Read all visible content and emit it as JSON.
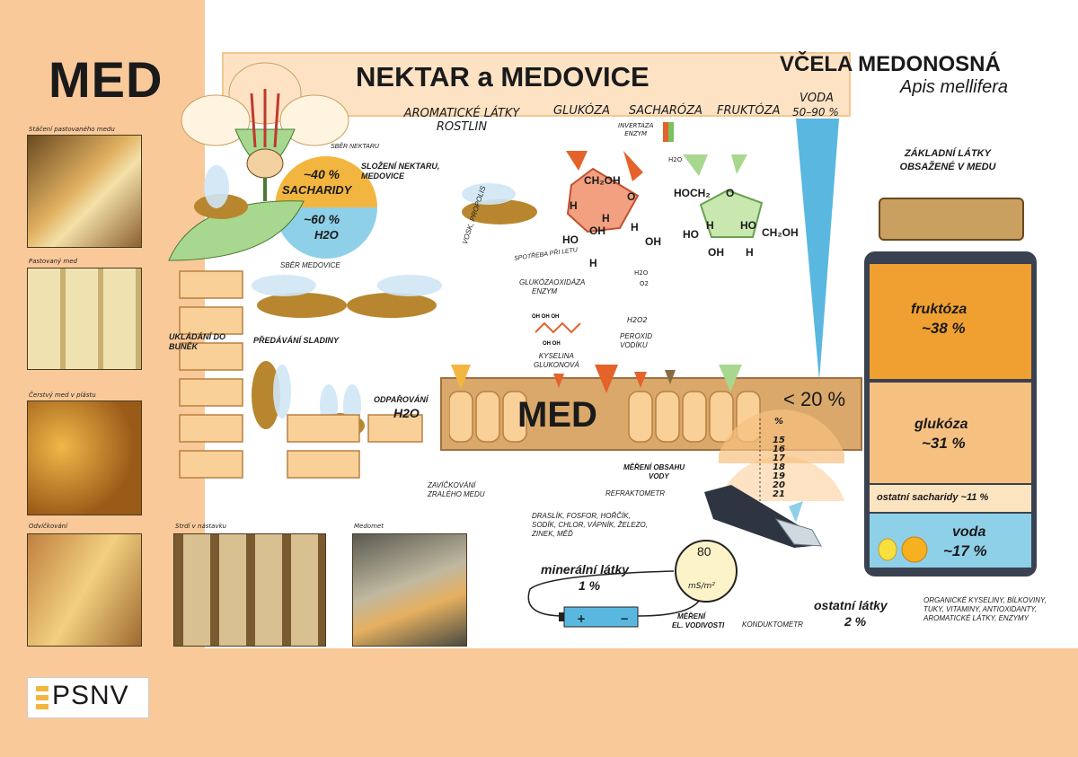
{
  "title": "MED",
  "species": {
    "name": "VČELA MEDONOSNÁ",
    "latin": "Apis mellifera"
  },
  "nectar_banner": {
    "title": "NEKTAR a MEDOVICE",
    "aromatic": "AROMATICKÉ LÁTKY",
    "aromatic2": "ROSTLIN",
    "glucose": "GLUKÓZA",
    "sucrose": "SACHARÓZA",
    "fructose": "FRUKTÓZA",
    "water": "VODA",
    "water_range": "50–90 %",
    "invertase": "INVERTÁZA",
    "enzyme": "ENZYM"
  },
  "photos": [
    {
      "caption": "Stáčení pastovaného medu",
      "color": "#c48a3a"
    },
    {
      "caption": "Pastovaný med",
      "color": "#e8d8a0"
    },
    {
      "caption": "Čerstvý med v plástu",
      "color": "#b87a2a"
    },
    {
      "caption": "Odvíčkování",
      "color": "#d6a040"
    },
    {
      "caption": "Strdí v nástavku",
      "color": "#b49060"
    },
    {
      "caption": "Medomet",
      "color": "#7a7a6a"
    }
  ],
  "nectar_collection": "SBĚR NEKTARU",
  "nectar_composition": {
    "label1": "SLOŽENÍ NEKTARU,",
    "label2": "MEDOVICE",
    "sugars_pct": "~40 %",
    "sugars": "SACHARIDY",
    "water_pct": "~60 %",
    "water": "H2O"
  },
  "honeydew_collection": "SBĚR MEDOVICE",
  "storing": "UKLÁDÁNÍ DO BUNĚK",
  "passing": "PŘEDÁVÁNÍ SLADINY",
  "evaporation": "ODPAŘOVÁNÍ",
  "evaporation_h2o": "H2O",
  "capping": "ZAVÍČKOVÁNÍ",
  "capping2": "ZRALÉHO MEDU",
  "wax": "VOSK, PROPOLIS",
  "flight": "SPOTŘEBA PŘI LETU",
  "glucose_oxidase": "GLUKÓZAOXIDÁZA",
  "go_enzyme": "ENZYM",
  "gluconic": "KYSELINA",
  "gluconic2": "GLUKONOVÁ",
  "peroxide": "PEROXID",
  "peroxide2": "VODÍKU",
  "h2o2": "H2O2",
  "h2o": "H2O",
  "o2": "O2",
  "honey_bar": {
    "label": "MED",
    "water": "< 20 %"
  },
  "refractometer": {
    "title": "MĚŘENÍ OBSAHU",
    "title2": "VODY",
    "device": "REFRAKTOMETR",
    "scale_unit": "%",
    "scale": [
      "15",
      "16",
      "17",
      "18",
      "19",
      "20",
      "21"
    ]
  },
  "minerals": {
    "list": [
      "DRASLÍK, FOSFOR, HOŘČÍK,",
      "SODÍK, CHLOR, VÁPNÍK, ŽELEZO,",
      "ZINEK, MĚĎ"
    ],
    "label": "minerální látky",
    "pct": "1 %"
  },
  "conductivity": {
    "value": "80",
    "unit": "mS/m²",
    "label": "MĚŘENÍ",
    "label2": "EL. VODIVOSTI",
    "device": "KONDUKTOMETR",
    "plus": "+",
    "minus": "−"
  },
  "other": {
    "label": "ostatní látky",
    "pct": "2 %",
    "list": [
      "ORGANICKÉ KYSELINY, BÍLKOVINY,",
      "TUKY, VITAMINY, ANTIOXIDANTY,",
      "AROMATICKÉ LÁTKY, ENZYMY"
    ]
  },
  "basic": {
    "title1": "ZÁKLADNÍ LÁTKY",
    "title2": "OBSAŽENÉ V MEDU"
  },
  "jar": [
    {
      "name": "fruktóza",
      "pct": "~38 %",
      "value": 38,
      "color": "#f0a030"
    },
    {
      "name": "glukóza",
      "pct": "~31 %",
      "value": 31,
      "color": "#f6c080"
    },
    {
      "name": "ostatní sacharidy",
      "pct": "~11 %",
      "value": 11,
      "color": "#fce4c0"
    },
    {
      "name": "voda",
      "pct": "~17 %",
      "value": 17,
      "color": "#8ed0e8"
    }
  ],
  "logo": "PSNV",
  "colors": {
    "peach": "#f9c99a",
    "honey": "#d9a86a",
    "orange": "#e5622a",
    "green": "#a8d890",
    "blue": "#5ab8e0",
    "jar": "#3a4150"
  }
}
